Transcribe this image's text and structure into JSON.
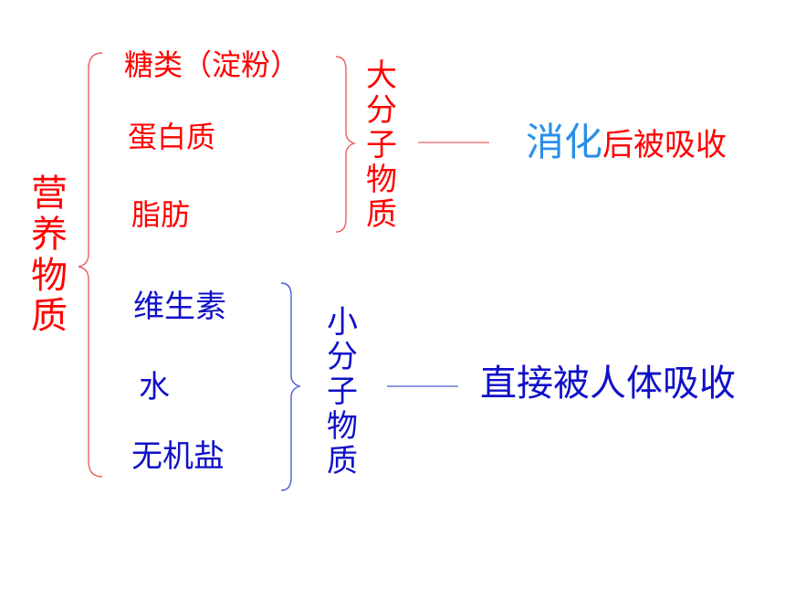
{
  "root_label": "营养物质",
  "macro_group": {
    "items": [
      "糖类（淀粉）",
      "蛋白质",
      "脂肪"
    ],
    "label": "大分子物质",
    "result_highlight": "消化",
    "result_rest": "后被吸收"
  },
  "micro_group": {
    "items": [
      "维生素",
      "水",
      "无机盐"
    ],
    "label": "小分子物质",
    "result": "直接被人体吸收"
  },
  "colors": {
    "red": "#ff0000",
    "red_line": "#e86060",
    "blue": "#1010c8",
    "blue_line": "#4a5ad0",
    "highlight": "#2a8fe8"
  }
}
